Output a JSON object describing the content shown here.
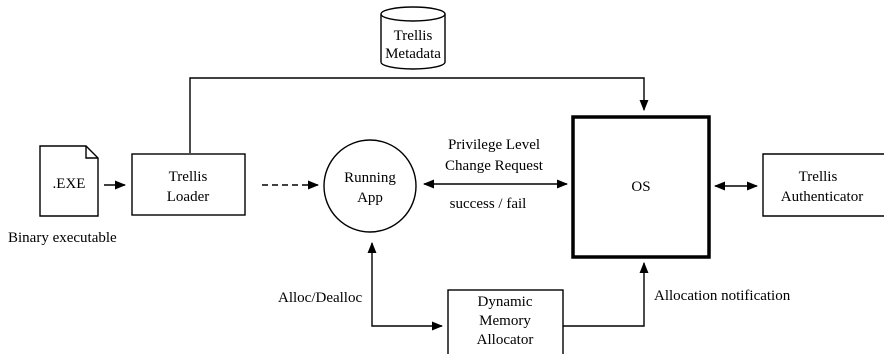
{
  "nodes": {
    "metadata": {
      "line1": "Trellis",
      "line2": "Metadata"
    },
    "exe": {
      "label": ".EXE",
      "caption": "Binary executable"
    },
    "loader": {
      "line1": "Trellis",
      "line2": "Loader"
    },
    "app": {
      "line1": "Running",
      "line2": "App"
    },
    "os": {
      "label": "OS"
    },
    "authenticator": {
      "line1": "Trellis",
      "line2": "Authenticator"
    },
    "allocator": {
      "line1": "Dynamic",
      "line2": "Memory",
      "line3": "Allocator"
    }
  },
  "edges": {
    "privilege": {
      "line1": "Privilege Level",
      "line2": "Change Request"
    },
    "result": {
      "label": "success / fail"
    },
    "alloc": {
      "label": "Alloc/Dealloc"
    },
    "notification": {
      "label": "Allocation notification"
    }
  },
  "colors": {
    "stroke": "#000000",
    "fill": "#ffffff"
  }
}
